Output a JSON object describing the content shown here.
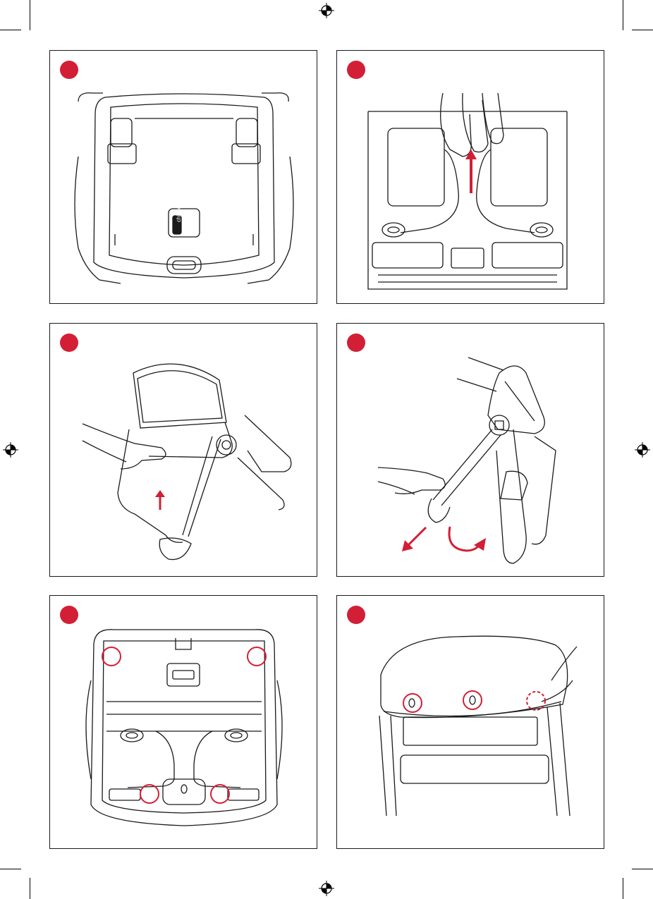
{
  "colors": {
    "accent": "#d21f36",
    "line": "#1a1a1a",
    "paper": "#ffffff"
  },
  "panels": [
    {
      "id": "p1",
      "illustration": "seat-underside-with-chicco-logo",
      "logo_text": "chicco"
    },
    {
      "id": "p2",
      "illustration": "hand-lifting-release-lever"
    },
    {
      "id": "p3",
      "illustration": "hand-pushing-seat-up"
    },
    {
      "id": "p4",
      "illustration": "folding-frame-rotate"
    },
    {
      "id": "p5",
      "illustration": "seat-underside-four-attachment-points"
    },
    {
      "id": "p6",
      "illustration": "tray-side-with-holes"
    }
  ],
  "icons": [
    "registration-mark-icon",
    "step-badge-icon",
    "up-arrow-icon",
    "curved-arrow-icon",
    "highlight-circle-icon"
  ]
}
